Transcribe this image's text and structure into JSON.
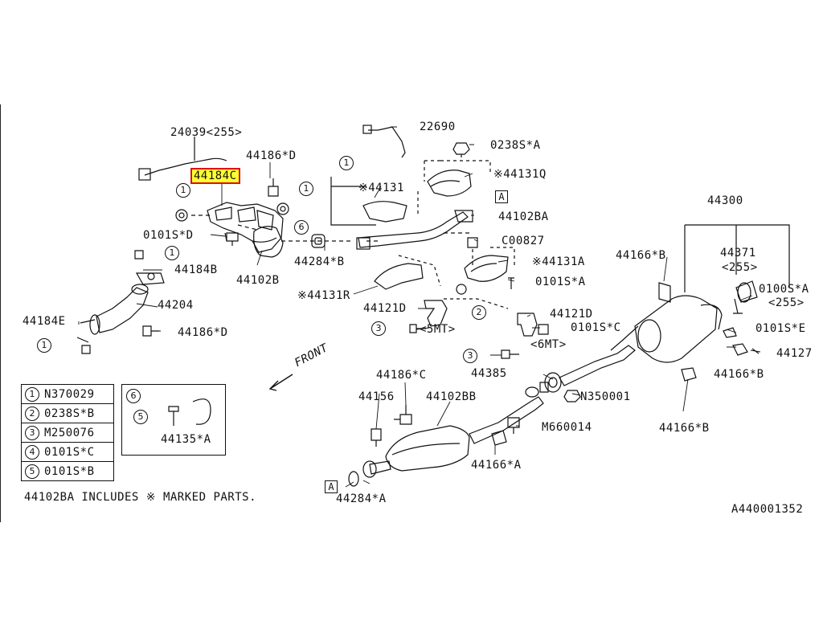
{
  "labels": {
    "p24039": "24039<255>",
    "p44186d_top": "44186*D",
    "p44184c": "44184C",
    "p0101sd": "0101S*D",
    "p44184b": "44184B",
    "p44102b": "44102B",
    "p44284b": "44284*B",
    "p44204": "44204",
    "p44184e": "44184E",
    "p44186d_bot": "44186*D",
    "p22690": "22690",
    "p0238sa": "0238S*A",
    "p44131q": "※44131Q",
    "p44131": "※44131",
    "p44102ba": "44102BA",
    "pc00827": "C00827",
    "p44131a": "※44131A",
    "p0101sa": "0101S*A",
    "p44131r": "※44131R",
    "p44121d_l": "44121D",
    "p5mt": "<5MT>",
    "p44121d_r": "44121D",
    "p0101sc": "0101S*C",
    "p6mt": "<6MT>",
    "p44385": "44385",
    "pn350001": "N350001",
    "p44300": "44300",
    "p44166b_top": "44166*B",
    "p44371": "44371",
    "p44371_sub": "<255>",
    "p0100sa": "0100S*A",
    "p0100sa_sub": "<255>",
    "p0101se": "0101S*E",
    "p44127": "44127",
    "p44166b_mid": "44166*B",
    "p44166b_bot": "44166*B",
    "p44186c": "44186*C",
    "p44156": "44156",
    "p44102bb": "44102BB",
    "pm660014": "M660014",
    "p44166a": "44166*A",
    "p44284a": "44284*A",
    "front": "FRONT",
    "note": "44102BA INCLUDES ※ MARKED PARTS.",
    "code": "A440001352"
  },
  "box_a": "A",
  "callouts": {
    "c1": "1",
    "c2": "2",
    "c3": "3",
    "c6": "6"
  },
  "legend": [
    {
      "num": "1",
      "code": "N370029"
    },
    {
      "num": "2",
      "code": "0238S*B"
    },
    {
      "num": "3",
      "code": "M250076"
    },
    {
      "num": "4",
      "code": "0101S*C"
    },
    {
      "num": "5",
      "code": "0101S*B"
    }
  ],
  "inset": {
    "num": "6",
    "callout": "5",
    "label": "44135*A"
  },
  "highlight_color": "#ffff33",
  "highlight_border": "#e01010"
}
